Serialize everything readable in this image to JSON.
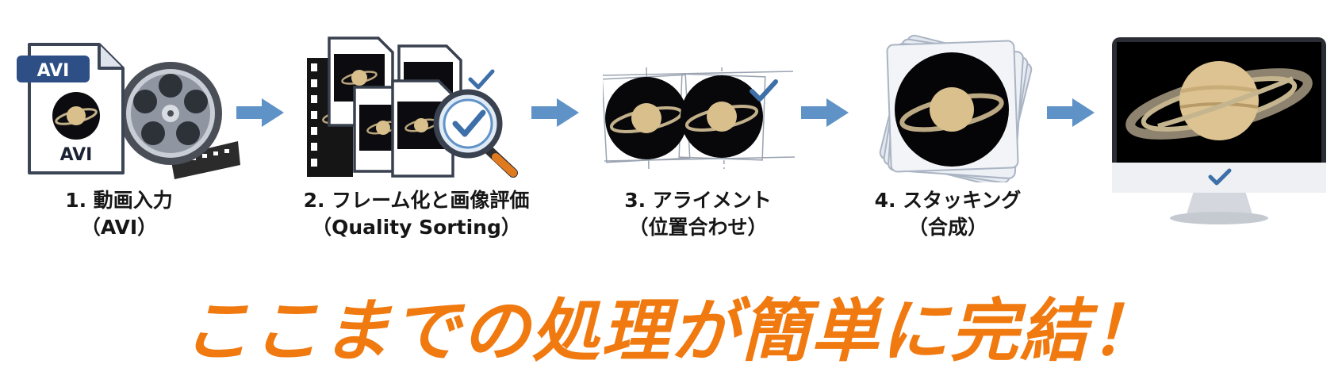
{
  "colors": {
    "arrow": "#5f92c6",
    "headline": "#f07a10",
    "check": "#3d6fa8",
    "file_badge": "#2d4f86"
  },
  "steps": [
    {
      "title": "1. 動画入力",
      "subtitle": "（AVI）",
      "icons": [
        "avi-file-icon",
        "film-reel-icon",
        "saturn-icon"
      ],
      "badge_text": "AVI"
    },
    {
      "title": "2. フレーム化と画像評価",
      "subtitle": "（Quality Sorting）",
      "icons": [
        "film-strip-icon",
        "frame-stack-icon",
        "magnifier-check-icon"
      ]
    },
    {
      "title": "3. アライメント",
      "subtitle": "（位置合わせ）",
      "icons": [
        "alignment-crosshair-icon",
        "saturn-icon",
        "check-icon"
      ]
    },
    {
      "title": "4. スタッキング",
      "subtitle": "（合成）",
      "icons": [
        "stacked-frames-icon",
        "saturn-icon"
      ]
    }
  ],
  "result": {
    "icons": [
      "monitor-icon",
      "saturn-icon",
      "check-icon"
    ]
  },
  "headline": "ここまでの処理が簡単に完結！"
}
